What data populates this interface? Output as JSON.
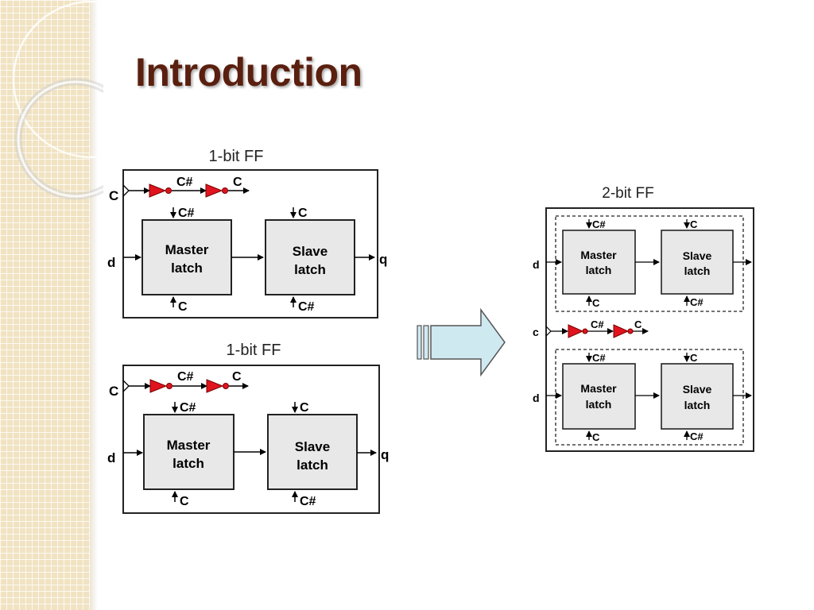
{
  "slide": {
    "title": "Introduction"
  },
  "diagram": {
    "ff_top": {
      "title": "1-bit FF",
      "clock_in": "C",
      "inv1_out": "C#",
      "inv2_out": "C",
      "data_in": "d",
      "output": "q",
      "master": {
        "line1": "Master",
        "line2": "latch",
        "top_clock": "C#",
        "bottom_clock": "C"
      },
      "slave": {
        "line1": "Slave",
        "line2": "latch",
        "top_clock": "C",
        "bottom_clock": "C#"
      }
    },
    "ff_bottom": {
      "title": "1-bit FF",
      "clock_in": "C",
      "inv1_out": "C#",
      "inv2_out": "C",
      "data_in": "d",
      "output": "q",
      "master": {
        "line1": "Master",
        "line2": "latch",
        "top_clock": "C#",
        "bottom_clock": "C"
      },
      "slave": {
        "line1": "Slave",
        "line2": "latch",
        "top_clock": "C",
        "bottom_clock": "C#"
      }
    },
    "ff_2bit": {
      "title": "2-bit FF",
      "clock_in": "c",
      "inv1_out": "C#",
      "inv2_out": "C",
      "upper": {
        "data_in": "d",
        "master": {
          "line1": "Master",
          "line2": "latch",
          "top_clock": "C#",
          "bottom_clock": "C"
        },
        "slave": {
          "line1": "Slave",
          "line2": "latch",
          "top_clock": "C",
          "bottom_clock": "C#"
        }
      },
      "lower": {
        "data_in": "d",
        "master": {
          "line1": "Master",
          "line2": "latch",
          "top_clock": "C#",
          "bottom_clock": "C"
        },
        "slave": {
          "line1": "Slave",
          "line2": "latch",
          "top_clock": "C",
          "bottom_clock": "C#"
        }
      }
    },
    "colors": {
      "inverter": "#e0141e",
      "latch_fill": "#e8e8e8",
      "arrow_fill": "#cfe9f1",
      "title_color": "#5a1f0e",
      "sidebar": "#f1e3c2"
    }
  }
}
